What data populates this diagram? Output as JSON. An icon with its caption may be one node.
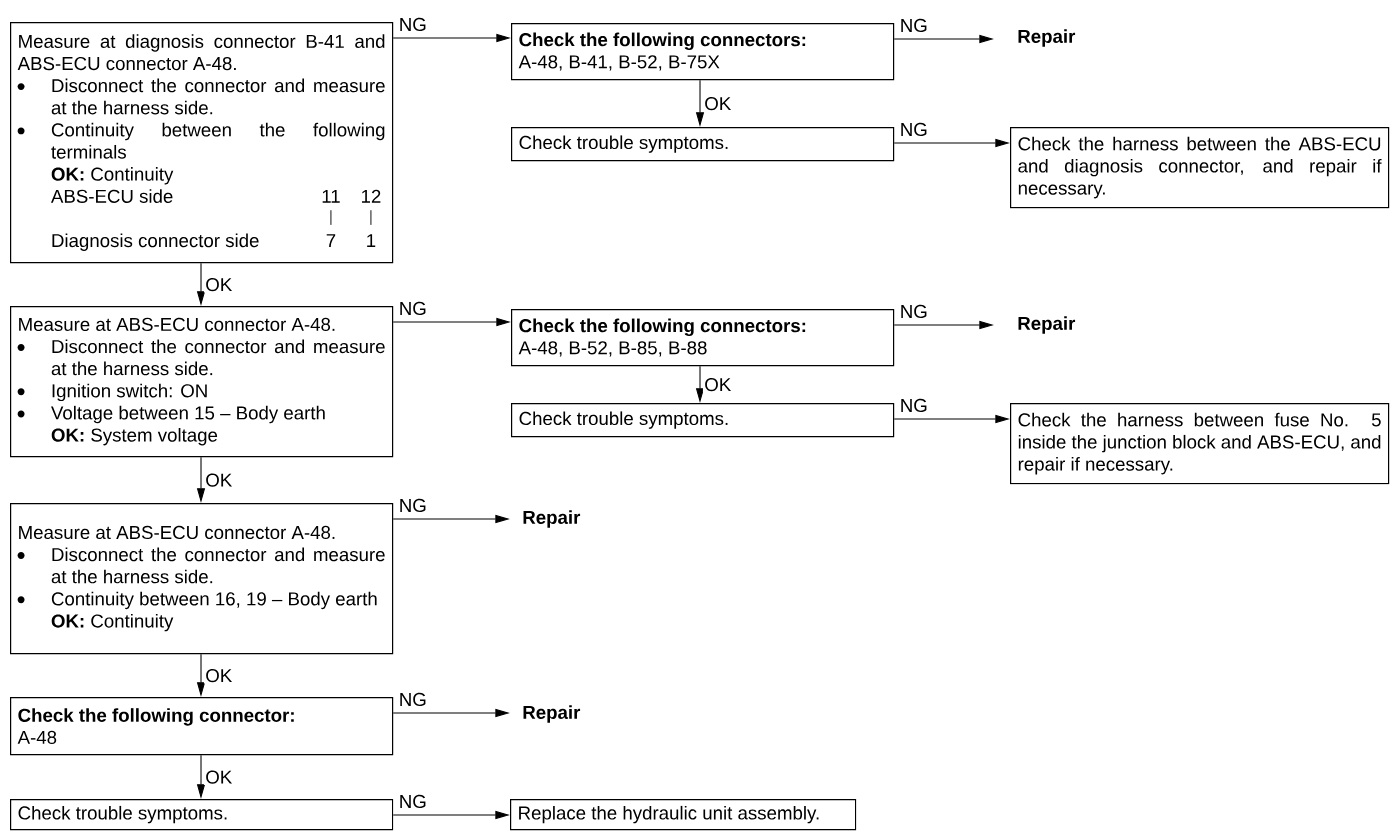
{
  "diagram": {
    "nodes": [
      {
        "text": [
          "Measure at diagnosis connector B-41 and ABS-ECU connector A-48.",
          "Disconnect the connector and measure at the harness side.",
          "Continuity between the following terminals",
          "**OK:** Continuity",
          "ABS-ECU side",
          "11",
          "12",
          "Diagnosis connector side",
          "7",
          "1"
        ]
      },
      {
        "text": [
          "Check the following connectors:",
          "A-48, B-41, B-52, B-75X"
        ]
      },
      {
        "text": [
          "Repair"
        ]
      },
      {
        "text": [
          "Check trouble symptoms."
        ]
      },
      {
        "text": [
          "Check the harness between the ABS-ECU and diagnosis connector, and repair if necessary."
        ]
      },
      {
        "text": [
          "Measure at ABS-ECU connector A-48.",
          "Disconnect the connector and measure at the harness side.",
          "Ignition switch: ON",
          "Voltage between 15 – Body earth",
          "**OK:** System voltage"
        ]
      },
      {
        "text": [
          "Check the following connectors:",
          "A-48, B-52, B-85, B-88"
        ]
      },
      {
        "text": [
          "Repair"
        ]
      },
      {
        "text": [
          "Check trouble symptoms."
        ]
      },
      {
        "text": [
          "Check the harness between fuse No. 5 inside the junction block and ABS-ECU, and repair if necessary."
        ]
      },
      {
        "text": [
          "Measure at ABS-ECU connector A-48.",
          "Disconnect the connector and measure at the harness side.",
          "Continuity between 16, 19 – Body earth",
          "**OK:** Continuity"
        ]
      },
      {
        "text": [
          "Repair"
        ]
      },
      {
        "text": [
          "Check the following connector:",
          "A-48"
        ]
      },
      {
        "text": [
          "Repair"
        ]
      },
      {
        "text": [
          "Check trouble symptoms."
        ]
      },
      {
        "text": [
          "Replace the hydraulic unit assembly."
        ]
      }
    ],
    "edges": [
      {
        "from": 0,
        "to": 1,
        "arrow": "to",
        "label": "NG"
      },
      {
        "from": 1,
        "to": 2,
        "arrow": "to",
        "label": "NG"
      },
      {
        "from": 1,
        "to": 3,
        "arrow": "to",
        "label": "OK"
      },
      {
        "from": 3,
        "to": 4,
        "arrow": "to",
        "label": "NG"
      },
      {
        "from": 0,
        "to": 5,
        "arrow": "to",
        "label": "OK"
      },
      {
        "from": 5,
        "to": 6,
        "arrow": "to",
        "label": "NG"
      },
      {
        "from": 6,
        "to": 7,
        "arrow": "to",
        "label": "NG"
      },
      {
        "from": 6,
        "to": 8,
        "arrow": "to",
        "label": "OK"
      },
      {
        "from": 8,
        "to": 9,
        "arrow": "to",
        "label": "NG"
      },
      {
        "from": 5,
        "to": 10,
        "arrow": "to",
        "label": "OK"
      },
      {
        "from": 10,
        "to": 11,
        "arrow": "to",
        "label": "NG"
      },
      {
        "from": 10,
        "to": 12,
        "arrow": "to",
        "label": "OK"
      },
      {
        "from": 12,
        "to": 13,
        "arrow": "to",
        "label": "NG"
      },
      {
        "from": 12,
        "to": 14,
        "arrow": "to",
        "label": "OK"
      },
      {
        "from": 14,
        "to": 15,
        "arrow": "to",
        "label": "NG"
      }
    ]
  }
}
